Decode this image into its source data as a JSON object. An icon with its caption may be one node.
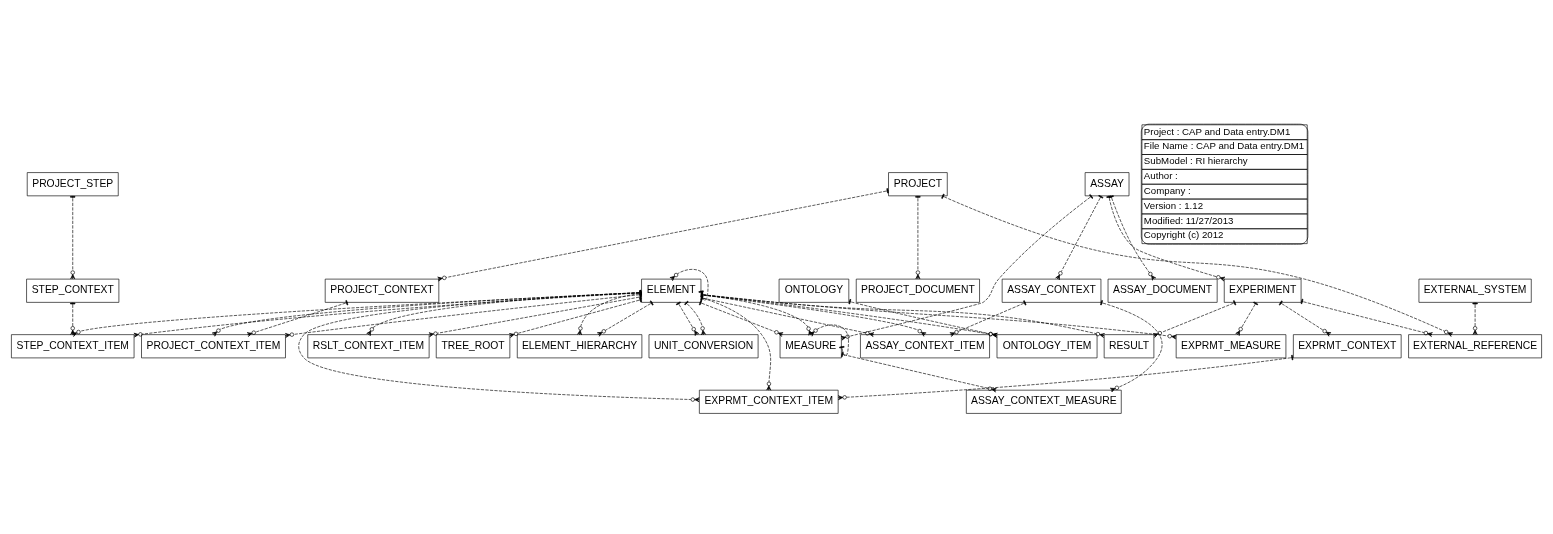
{
  "diagram": {
    "nodes": [
      {
        "text": [
          "ELEMENT"
        ]
      },
      {
        "text": [
          "ASSAY"
        ]
      },
      {
        "text": [
          "ONTOLOGY"
        ]
      },
      {
        "text": [
          "EXTERNAL_SYSTEM"
        ]
      },
      {
        "text": [
          "PROJECT"
        ]
      },
      {
        "text": [
          "ASSAY_DOCUMENT"
        ]
      },
      {
        "text": [
          "ASSAY_CONTEXT"
        ]
      },
      {
        "text": [
          "MEASURE"
        ]
      },
      {
        "text": [
          "ONTOLOGY_ITEM"
        ]
      },
      {
        "text": [
          "EXPERIMENT"
        ]
      },
      {
        "text": [
          "TREE_ROOT"
        ]
      },
      {
        "text": [
          "ELEMENT_HIERARCHY"
        ]
      },
      {
        "text": [
          "UNIT_CONVERSION"
        ]
      },
      {
        "text": [
          "ASSAY_CONTEXT_MEASURE"
        ]
      },
      {
        "text": [
          "ASSAY_CONTEXT_ITEM"
        ]
      },
      {
        "text": [
          "EXPRMT_MEASURE"
        ]
      },
      {
        "text": [
          "RESULT"
        ]
      },
      {
        "text": [
          "EXPRMT_CONTEXT"
        ]
      },
      {
        "text": [
          "PROJECT_STEP"
        ]
      },
      {
        "text": [
          "EXTERNAL_REFERENCE"
        ]
      },
      {
        "text": [
          "PROJECT_CONTEXT"
        ]
      },
      {
        "text": [
          "PROJECT_DOCUMENT"
        ]
      },
      {
        "text": [
          "EXPRMT_CONTEXT_ITEM"
        ]
      },
      {
        "text": [
          "RSLT_CONTEXT_ITEM"
        ]
      },
      {
        "text": [
          "STEP_CONTEXT"
        ]
      },
      {
        "text": [
          "PROJECT_CONTEXT_ITEM"
        ]
      },
      {
        "text": [
          "STEP_CONTEXT_ITEM"
        ]
      }
    ],
    "edges": [
      {
        "from": 0,
        "to": 0,
        "arrow": "other",
        "style": "dashed"
      },
      {
        "from": 0,
        "to": 7,
        "arrow": "other",
        "style": "dashed"
      },
      {
        "from": 0,
        "to": 7,
        "arrow": "other",
        "style": "dashed"
      },
      {
        "from": 0,
        "to": 8,
        "arrow": "other",
        "style": "dashed"
      },
      {
        "from": 0,
        "to": 14,
        "arrow": "other",
        "style": "dashed"
      },
      {
        "from": 0,
        "to": 14,
        "arrow": "other",
        "style": "dashed"
      },
      {
        "from": 0,
        "to": 15,
        "arrow": "other",
        "style": "dashed"
      },
      {
        "from": 0,
        "to": 16,
        "arrow": "other",
        "style": "dashed"
      },
      {
        "from": 0,
        "to": 22,
        "arrow": "other",
        "style": "dashed"
      },
      {
        "from": 0,
        "to": 22,
        "arrow": "other",
        "style": "dashed"
      },
      {
        "from": 0,
        "to": 23,
        "arrow": "other",
        "style": "dashed"
      },
      {
        "from": 0,
        "to": 23,
        "arrow": "other",
        "style": "dashed"
      },
      {
        "from": 0,
        "to": 10,
        "arrow": "other",
        "style": "dashed"
      },
      {
        "from": 0,
        "to": 26,
        "arrow": "other",
        "style": "dashed"
      },
      {
        "from": 0,
        "to": 26,
        "arrow": "other",
        "style": "dashed"
      },
      {
        "from": 0,
        "to": 11,
        "arrow": "other",
        "style": "dashed"
      },
      {
        "from": 0,
        "to": 11,
        "arrow": "other",
        "style": "dashed"
      },
      {
        "from": 0,
        "to": 12,
        "arrow": "other",
        "style": "dashed"
      },
      {
        "from": 0,
        "to": 12,
        "arrow": "other",
        "style": "dashed"
      },
      {
        "from": 0,
        "to": 25,
        "arrow": "other",
        "style": "dashed"
      },
      {
        "from": 0,
        "to": 25,
        "arrow": "other",
        "style": "dashed"
      },
      {
        "from": 1,
        "to": 5,
        "arrow": "other",
        "style": "dashed"
      },
      {
        "from": 1,
        "to": 6,
        "arrow": "other",
        "style": "dashed"
      },
      {
        "from": 1,
        "to": 7,
        "arrow": "other",
        "style": "dashed"
      },
      {
        "from": 1,
        "to": 9,
        "arrow": "other",
        "style": "dashed"
      },
      {
        "from": 7,
        "to": 7,
        "arrow": "other",
        "style": "dashed"
      },
      {
        "from": 6,
        "to": 13,
        "arrow": "other",
        "style": "dashed"
      },
      {
        "from": 6,
        "to": 14,
        "arrow": "other",
        "style": "dashed"
      },
      {
        "from": 7,
        "to": 13,
        "arrow": "other",
        "style": "dashed"
      },
      {
        "from": 2,
        "to": 8,
        "arrow": "other",
        "style": "dashed"
      },
      {
        "from": 9,
        "to": 15,
        "arrow": "other",
        "style": "dashed"
      },
      {
        "from": 9,
        "to": 16,
        "arrow": "other",
        "style": "dashed"
      },
      {
        "from": 9,
        "to": 17,
        "arrow": "other",
        "style": "dashed"
      },
      {
        "from": 9,
        "to": 19,
        "arrow": "other",
        "style": "dashed"
      },
      {
        "from": 17,
        "to": 22,
        "arrow": "other",
        "style": "dashed"
      },
      {
        "from": 18,
        "to": 24,
        "arrow": "other",
        "style": "dashed"
      },
      {
        "from": 24,
        "to": 26,
        "arrow": "other",
        "style": "dashed"
      },
      {
        "from": 3,
        "to": 19,
        "arrow": "other",
        "style": "dashed"
      },
      {
        "from": 4,
        "to": 19,
        "arrow": "other",
        "style": "dashed"
      },
      {
        "from": 4,
        "to": 20,
        "arrow": "other",
        "style": "dashed"
      },
      {
        "from": 4,
        "to": 21,
        "arrow": "other",
        "style": "dashed"
      },
      {
        "from": 20,
        "to": 25,
        "arrow": "other",
        "style": "dashed"
      }
    ],
    "labels": [
      "Project : CAP and Data entry.DM1",
      "File Name : CAP and Data entry.DM1",
      "SubModel : RI hierarchy",
      "Author :",
      "Company :",
      "Version : 1.12",
      "Modified: 11/27/2013",
      "Copyright (c) 2012"
    ]
  }
}
